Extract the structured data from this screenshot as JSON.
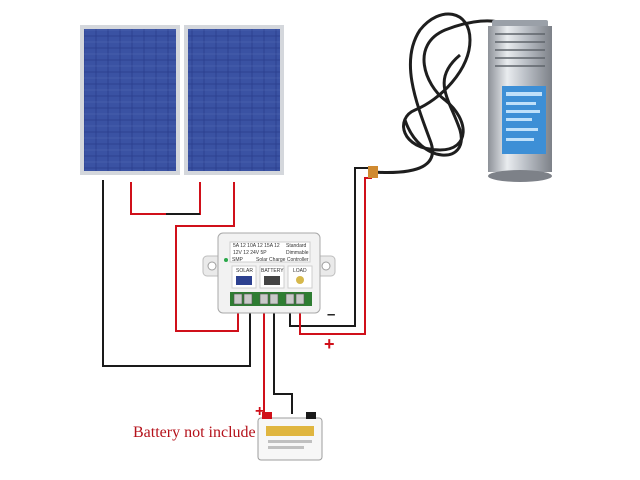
{
  "caption": "Battery not include",
  "signs": {
    "load_plus": "+",
    "load_minus": "–",
    "battery_plus": "+"
  },
  "controller": {
    "spec_line_1": "5A 12 10A 12 15A 12",
    "spec_line_2": "12V  12  24V  5P",
    "title": "Solar Charge Controller",
    "brand": "SMP",
    "mode_1": "Standard",
    "mode_2": "Dimmable",
    "labels": [
      "SOLAR",
      "BATTERY",
      "LOAD"
    ]
  },
  "colors": {
    "wire_red": "#d0101a",
    "wire_black": "#1a1a1a",
    "panel_blue": "#2b3f8f",
    "panel_frame": "#c9ccd2",
    "pump_steel": "#c8ccd2",
    "pump_label": "#3d8fd6",
    "caption": "#b5121b"
  }
}
